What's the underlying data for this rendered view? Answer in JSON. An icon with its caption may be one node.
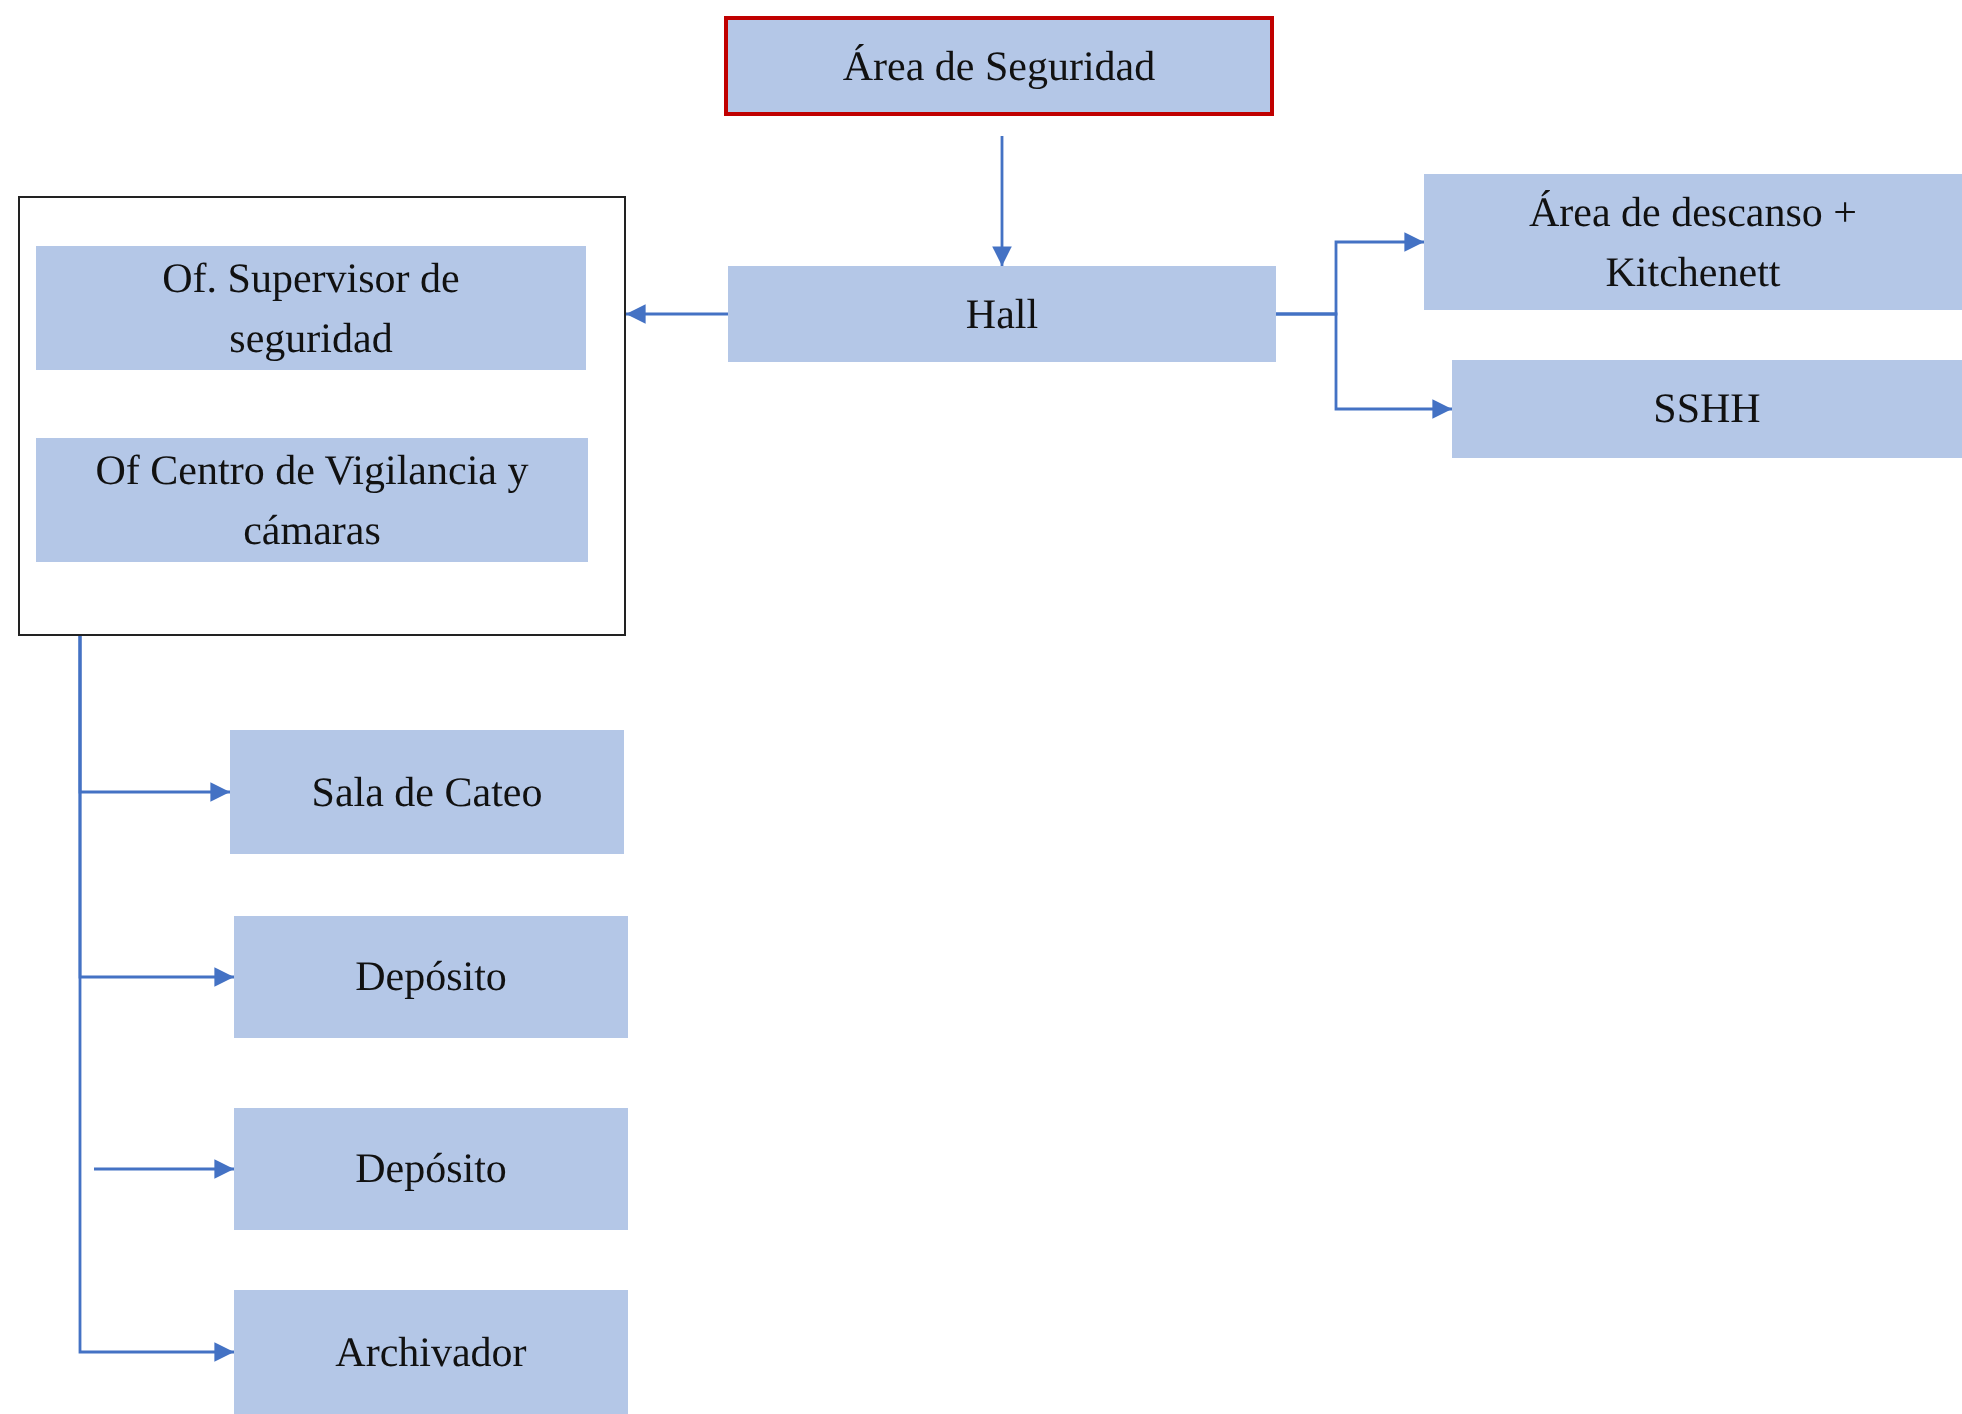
{
  "diagram": {
    "nodes": [
      {
        "text": [
          "Área de Seguridad"
        ]
      },
      {
        "text": [
          "Hall"
        ]
      },
      {
        "text": [],
        "shape": "box"
      },
      {
        "text": [
          "Of. Supervisor de seguridad"
        ],
        "in": 2
      },
      {
        "text": [
          "Of Centro de Vigilancia y cámaras"
        ],
        "in": 2
      },
      {
        "text": [
          "Área de descanso + Kitchenett"
        ]
      },
      {
        "text": [
          "SSHH"
        ]
      },
      {
        "text": [
          "Sala de Cateo"
        ]
      },
      {
        "text": [
          "Depósito"
        ]
      },
      {
        "text": [
          "Depósito"
        ]
      },
      {
        "text": [
          "Archivador"
        ]
      }
    ],
    "edges": [
      {
        "from": 0,
        "to": 1,
        "arrow": "to"
      },
      {
        "from": 1,
        "to": 2,
        "arrow": "to"
      },
      {
        "from": 1,
        "to": 5,
        "arrow": "to"
      },
      {
        "from": 1,
        "to": 6,
        "arrow": "to"
      },
      {
        "from": 2,
        "to": 7,
        "arrow": "to"
      },
      {
        "from": 2,
        "to": 8,
        "arrow": "to"
      },
      {
        "from": null,
        "to": 9,
        "arrow": "to"
      },
      {
        "from": 2,
        "to": 10,
        "arrow": "to"
      }
    ]
  }
}
